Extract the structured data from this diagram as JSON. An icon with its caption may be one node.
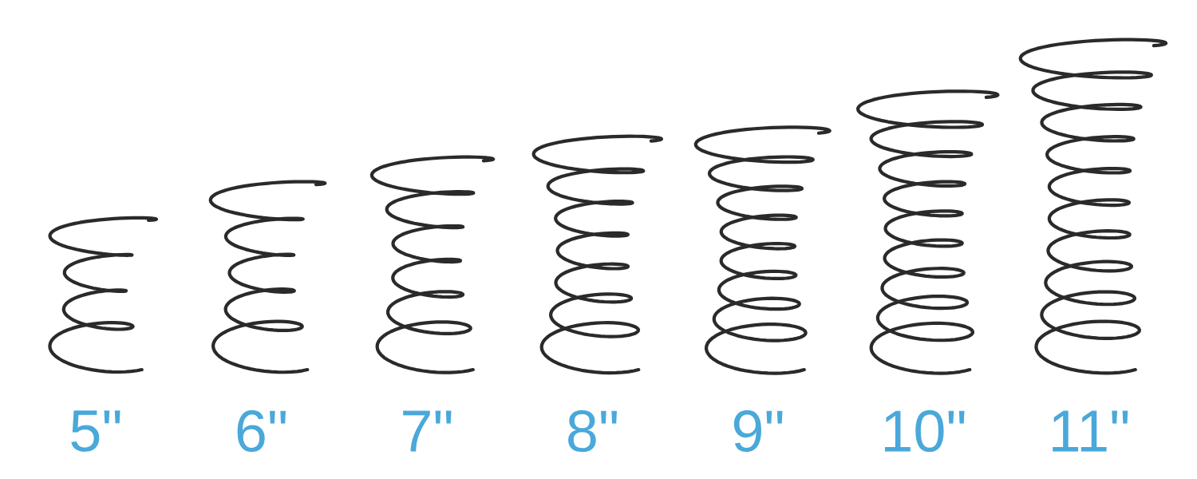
{
  "diagram": {
    "labels": [
      "5\"",
      "6\"",
      "7\"",
      "8\"",
      "9\"",
      "10\"",
      "11\""
    ]
  }
}
